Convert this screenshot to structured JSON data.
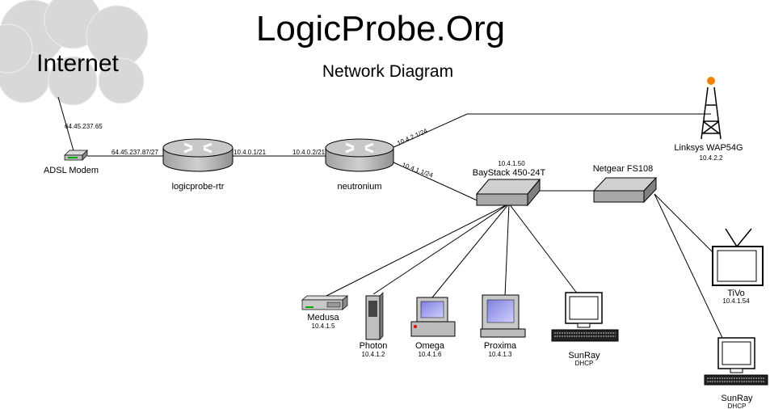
{
  "header": {
    "title": "LogicProbe.Org",
    "subtitle": "Network Diagram"
  },
  "cloud": {
    "label": "Internet"
  },
  "nodes": {
    "modem": {
      "name": "ADSL Modem",
      "wan_ip": "64.45.237.65",
      "lan_ip": "64.45.237.87/27"
    },
    "router1": {
      "name": "logicprobe-rtr",
      "if_ip": "10.4.0.1/21"
    },
    "router2": {
      "name": "neutronium",
      "if_wan": "10.4.0.2/21",
      "if_wifi": "10.4.2.1/24",
      "if_lan": "10.4.1.1/24"
    },
    "wap": {
      "name": "Linksys WAP54G",
      "ip": "10.4.2.2"
    },
    "baystack": {
      "name": "BayStack 450-24T",
      "ip": "10.4.1.50"
    },
    "netgear": {
      "name": "Netgear FS108"
    },
    "medusa": {
      "name": "Medusa",
      "ip": "10.4.1.5"
    },
    "photon": {
      "name": "Photon",
      "ip": "10.4.1.2"
    },
    "omega": {
      "name": "Omega",
      "ip": "10.4.1.6"
    },
    "proxima": {
      "name": "Proxima",
      "ip": "10.4.1.3"
    },
    "sunray1": {
      "name": "SunRay",
      "ip": "DHCP"
    },
    "tivo": {
      "name": "TiVo",
      "ip": "10.4.1.54"
    },
    "sunray2": {
      "name": "SunRay",
      "ip": "DHCP"
    }
  },
  "colors": {
    "cloud": "#d8d8d8",
    "device": "#c0c0c0",
    "screen": "#a8a8f0",
    "wap_top": "#f08000"
  }
}
